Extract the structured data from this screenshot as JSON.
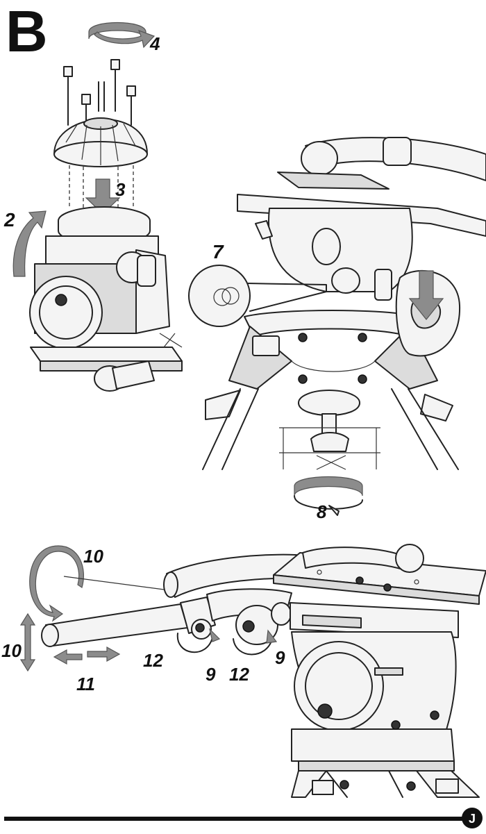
{
  "panel_letter": "B",
  "step_labels": {
    "s2": "2",
    "s3": "3",
    "s4": "4",
    "s7": "7",
    "s8": "8",
    "s9a": "9",
    "s9b": "9",
    "s10a": "10",
    "s10b": "10",
    "s11": "11",
    "s12a": "12",
    "s12b": "12"
  },
  "page_marker": "J",
  "colors": {
    "ink": "#111111",
    "arrow_fill": "#8c8c8c",
    "part_fill": "#f4f4f4",
    "shade": "#dcdcdc"
  }
}
